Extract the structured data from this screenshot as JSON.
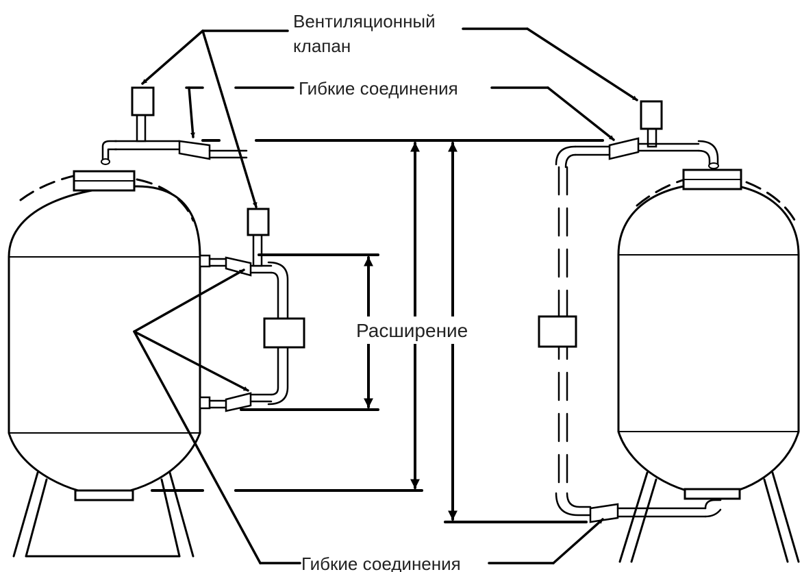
{
  "labels": {
    "vent_valve_line1": "Вентиляционный",
    "vent_valve_line2": "клапан",
    "flex_connections_top": "Гибкие соединения",
    "expansion": "Расширение",
    "flex_connections_bottom": "Гибкие соединения"
  },
  "colors": {
    "stroke": "#000000",
    "text": "#222222",
    "background": "#ffffff"
  }
}
